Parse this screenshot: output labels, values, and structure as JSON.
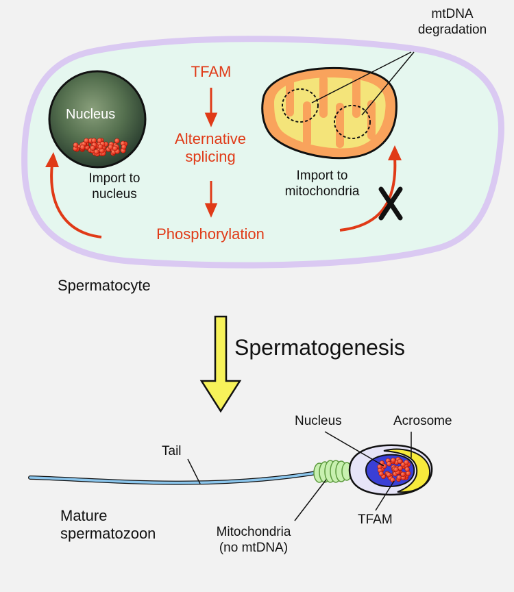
{
  "cell": {
    "label": "Spermatocyte",
    "nucleus_label": "Nucleus",
    "pathway": [
      "TFAM",
      "Alternative\nsplicing",
      "Phosphorylation"
    ],
    "import_nucleus": "Import to\nnucleus",
    "import_mito": "Import to\nmitochondria",
    "mtdna_degradation": "mtDNA\ndegradation"
  },
  "process": {
    "label": "Spermatogenesis"
  },
  "sperm": {
    "label": "Mature\nspermatozoon",
    "tail": "Tail",
    "nucleus": "Nucleus",
    "acrosome": "Acrosome",
    "tfam": "TFAM",
    "mitochondria": "Mitochondria\n(no mtDNA)"
  },
  "colors": {
    "background": "#f2f2f2",
    "cytoplasm": "#e5f7ef",
    "membrane": "#dac9f2",
    "pathway_red": "#e03a17",
    "arrow_yellow": "#f7f25a",
    "tail_blue": "#8cc7ee",
    "sperm_mito_green": "#c8f0b0",
    "acrosome_yellow": "#f7ea3c",
    "sperm_nucleus_blue": "#3a3fd6"
  }
}
